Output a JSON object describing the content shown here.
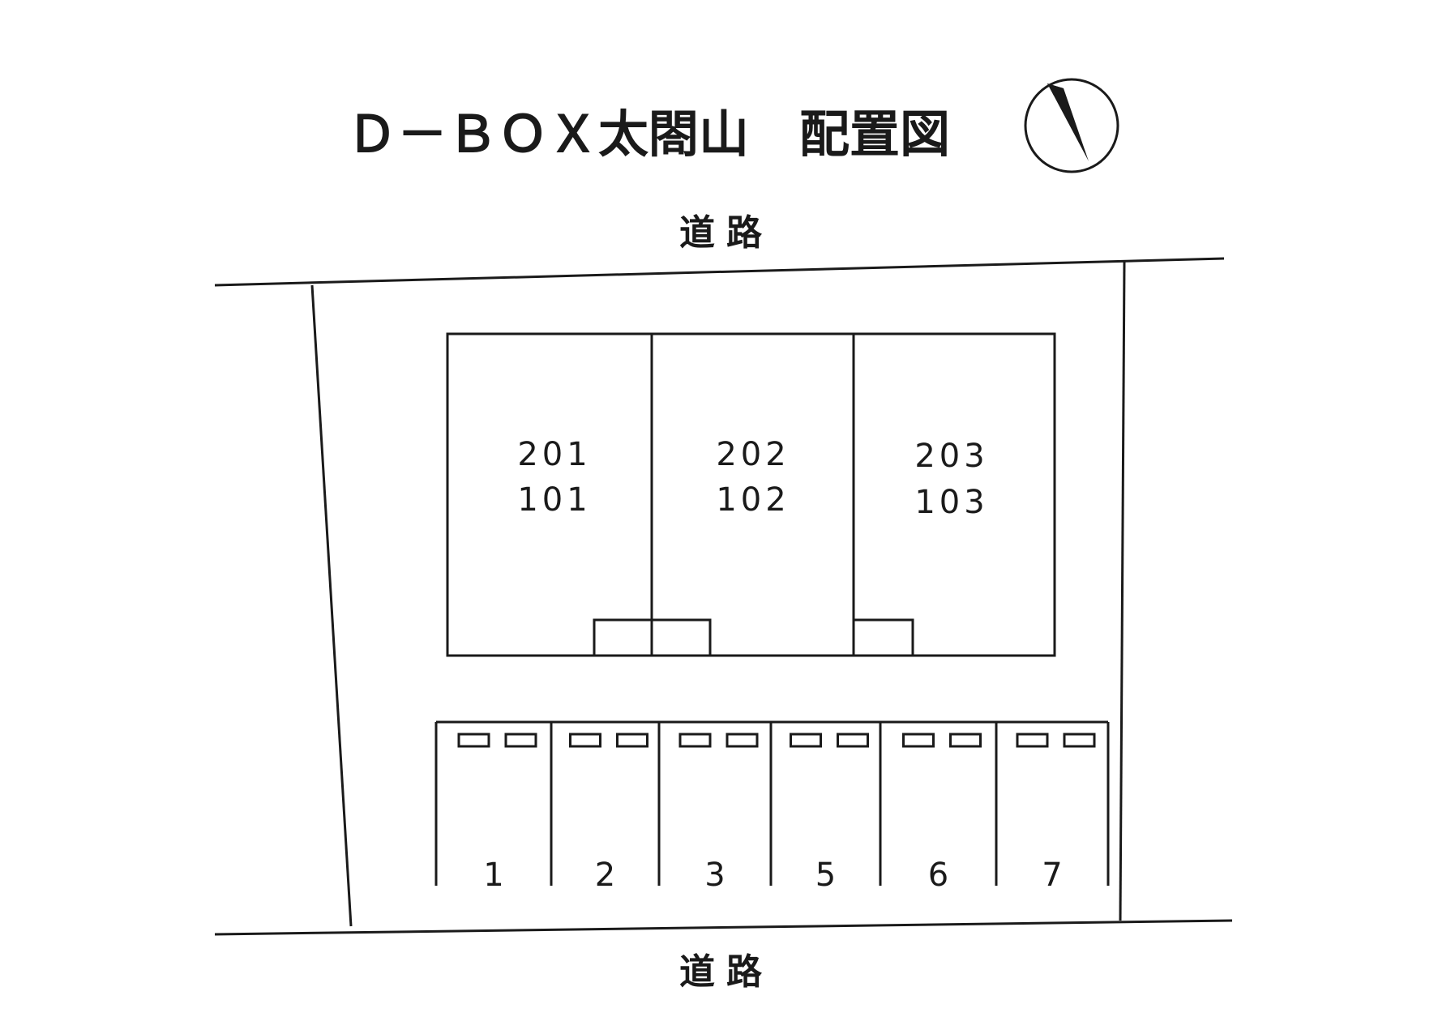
{
  "title": "Ｄ－ＢＯＸ太閤山　配置図",
  "north_arrow": {
    "icon": "north-arrow-icon"
  },
  "roads": {
    "top_label": "道路",
    "bottom_label": "道路"
  },
  "building": {
    "units": [
      {
        "upper": "201",
        "lower": "101"
      },
      {
        "upper": "202",
        "lower": "102"
      },
      {
        "upper": "203",
        "lower": "103"
      }
    ]
  },
  "parking": {
    "spaces": [
      "1",
      "2",
      "3",
      "5",
      "6",
      "7"
    ]
  },
  "colors": {
    "line": "#1a1a1a",
    "background": "#ffffff"
  }
}
